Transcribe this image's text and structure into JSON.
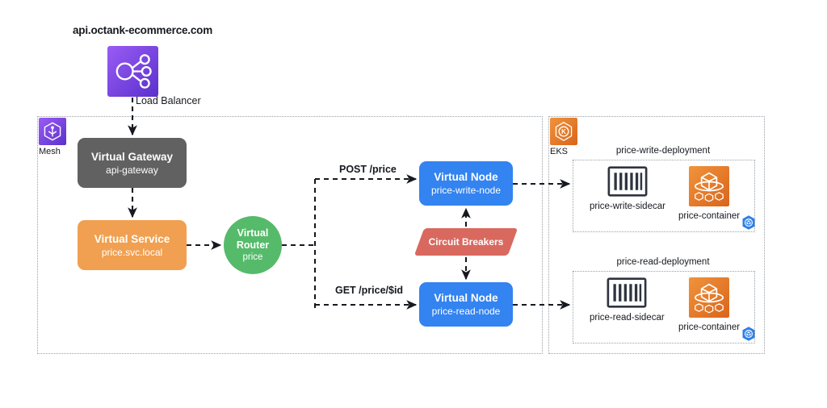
{
  "diagram": {
    "title": "api.octank-ecommerce.com",
    "background": "#ffffff"
  },
  "colors": {
    "virtual_gateway": "#616161",
    "virtual_service": "#F0A050",
    "virtual_router": "#55BB6A",
    "virtual_node": "#3383F0",
    "circuit_breakers": "#D9695F",
    "aws_orange": "#E8832B",
    "aws_purple": "#7B44E0",
    "boundary_line": "#9aa0a6",
    "connector_line": "#16191f",
    "pod_badge": "#2E7FE8"
  },
  "loadbalancer": {
    "label": "Load Balancer",
    "icon": "load-balancer-icon"
  },
  "mesh": {
    "icon": "app-mesh-icon",
    "label": "Mesh",
    "virtual_gateway": {
      "title": "Virtual Gateway",
      "subtitle": "api-gateway"
    },
    "virtual_service": {
      "title": "Virtual Service",
      "subtitle": "price.svc.local"
    },
    "virtual_router": {
      "title_line1": "Virtual",
      "title_line2": "Router",
      "subtitle": "price"
    },
    "routes": [
      {
        "label": "POST /price"
      },
      {
        "label": "GET /price/$id"
      }
    ],
    "virtual_node_write": {
      "title": "Virtual Node",
      "subtitle": "price-write-node"
    },
    "virtual_node_read": {
      "title": "Virtual Node",
      "subtitle": "price-read-node"
    },
    "circuit_breakers": {
      "label": "Circuit Breakers"
    }
  },
  "eks": {
    "icon": "eks-icon",
    "label": "EKS",
    "deployments": [
      {
        "title": "price-write-deployment",
        "sidecar": {
          "label": "price-write-sidecar",
          "icon": "envoy-proxy-icon"
        },
        "container": {
          "label": "price-container",
          "icon": "container-icon"
        },
        "badge": "pod-badge-icon"
      },
      {
        "title": "price-read-deployment",
        "sidecar": {
          "label": "price-read-sidecar",
          "icon": "envoy-proxy-icon"
        },
        "container": {
          "label": "price-container",
          "icon": "container-icon"
        },
        "badge": "pod-badge-icon"
      }
    ]
  }
}
